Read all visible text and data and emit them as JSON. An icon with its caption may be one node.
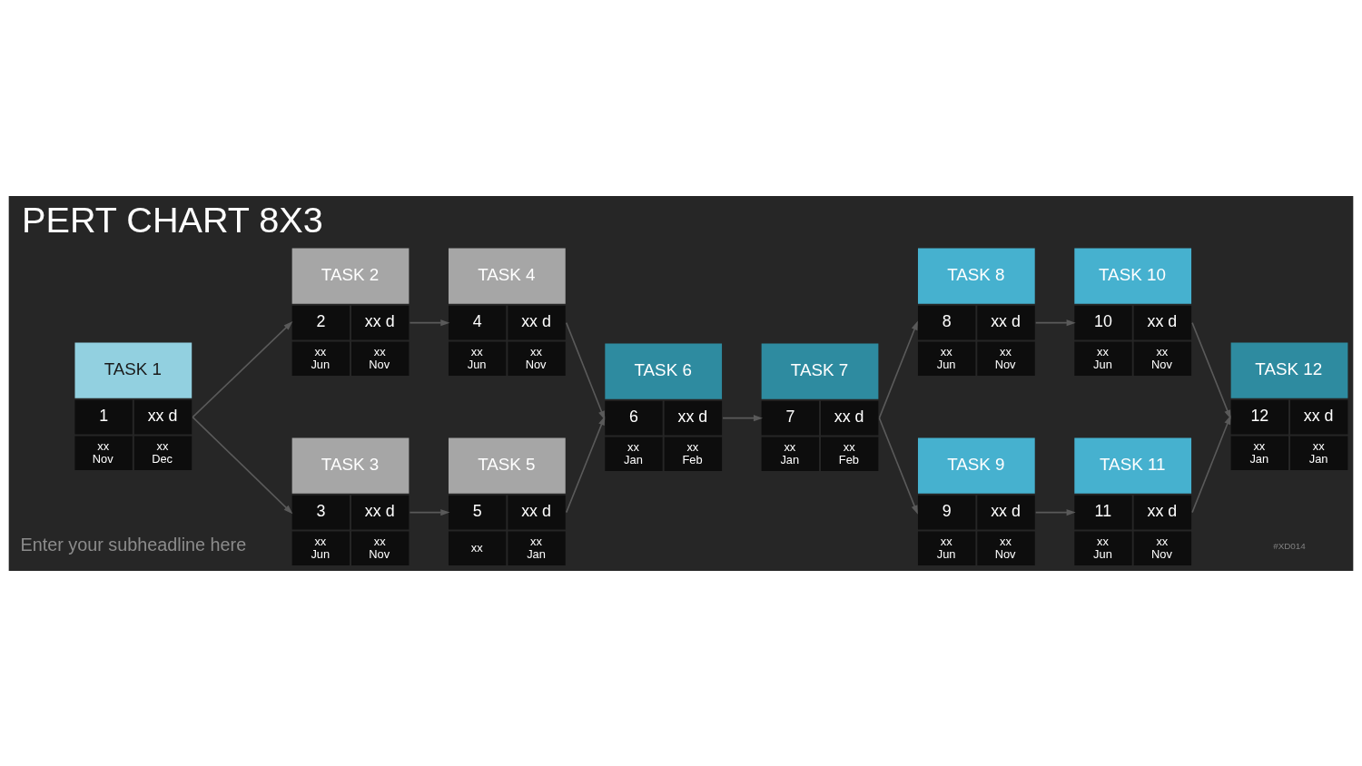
{
  "diagram": {
    "title": "PERT CHART 8X3",
    "nodes": [
      {
        "text": [
          "TASK 1",
          "1",
          "xx d",
          "xx Nov",
          "xx Dec"
        ]
      },
      {
        "text": [
          "TASK 2",
          "2",
          "xx d",
          "xx Jun",
          "xx Nov"
        ]
      },
      {
        "text": [
          "TASK 3",
          "3",
          "xx d",
          "xx Jun",
          "xx Nov"
        ]
      },
      {
        "text": [
          "TASK 4",
          "4",
          "xx d",
          "xx Jun",
          "xx Nov"
        ]
      },
      {
        "text": [
          "TASK 5",
          "5",
          "xx d",
          "xx",
          "xx Jan"
        ]
      },
      {
        "text": [
          "TASK 6",
          "6",
          "xx d",
          "xx Jan",
          "xx Feb"
        ]
      },
      {
        "text": [
          "TASK 7",
          "7",
          "xx d",
          "xx Jan",
          "xx Feb"
        ]
      },
      {
        "text": [
          "TASK 8",
          "8",
          "xx d",
          "xx Jun",
          "xx Nov"
        ]
      },
      {
        "text": [
          "TASK 9",
          "9",
          "xx d",
          "xx Jun",
          "xx Nov"
        ]
      },
      {
        "text": [
          "TASK 10",
          "10",
          "xx d",
          "xx Jun",
          "xx Nov"
        ]
      },
      {
        "text": [
          "TASK 11",
          "11",
          "xx d",
          "xx Jun",
          "xx Nov"
        ]
      },
      {
        "text": [
          "TASK 12",
          "12",
          "xx d",
          "xx Jan",
          "xx Jan"
        ]
      }
    ],
    "edges": [
      {
        "from": 0,
        "to": 1,
        "arrow": "to"
      },
      {
        "from": 0,
        "to": 2,
        "arrow": "to"
      },
      {
        "from": 1,
        "to": 3,
        "arrow": "to"
      },
      {
        "from": 2,
        "to": 4,
        "arrow": "to"
      },
      {
        "from": 3,
        "to": 5,
        "arrow": "to"
      },
      {
        "from": 4,
        "to": 5,
        "arrow": "to"
      },
      {
        "from": 5,
        "to": 6,
        "arrow": "to"
      },
      {
        "from": 6,
        "to": 7,
        "arrow": "to"
      },
      {
        "from": 6,
        "to": 8,
        "arrow": "to"
      },
      {
        "from": 7,
        "to": 9,
        "arrow": "to"
      },
      {
        "from": 8,
        "to": 10,
        "arrow": "to"
      },
      {
        "from": 9,
        "to": 11,
        "arrow": "to"
      },
      {
        "from": 10,
        "to": 11,
        "arrow": "to"
      }
    ],
    "labels": [
      "#XD014",
      "Enter your subheadline here"
    ]
  }
}
